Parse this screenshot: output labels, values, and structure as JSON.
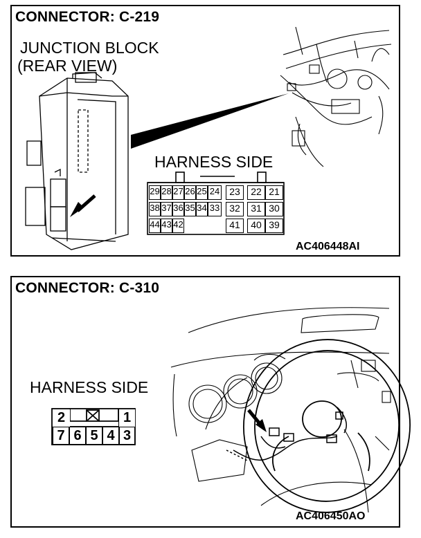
{
  "panel1": {
    "title": "CONNECTOR: C-219",
    "caption_line1": "JUNCTION BLOCK",
    "caption_line2": "(REAR VIEW)",
    "harness_label": "HARNESS SIDE",
    "code": "AC406448AI",
    "pins": {
      "row1": [
        "29",
        "28",
        "27",
        "26",
        "25",
        "24",
        "23",
        "22",
        "21"
      ],
      "row2": [
        "38",
        "37",
        "36",
        "35",
        "34",
        "33",
        "32",
        "31",
        "30"
      ],
      "row3": [
        "44",
        "43",
        "42",
        "41",
        "40",
        "39"
      ]
    }
  },
  "panel2": {
    "title": "CONNECTOR: C-310",
    "harness_label": "HARNESS SIDE",
    "code": "AC406450AO",
    "pins": {
      "top": [
        "2",
        "1"
      ],
      "bottom": [
        "7",
        "6",
        "5",
        "4",
        "3"
      ]
    }
  }
}
